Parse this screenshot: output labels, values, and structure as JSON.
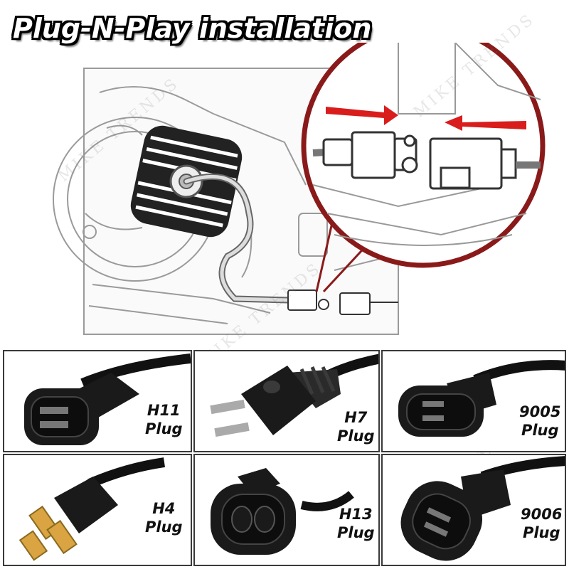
{
  "title": "Plug-N-Play installation",
  "watermark": "MIKE TRENDS",
  "colors": {
    "accent_red": "#d91c1c",
    "outline": "#3a3a3a",
    "plug_black": "#1a1a1a",
    "lens_ring": "#8a1a1a"
  },
  "plugs": [
    {
      "name": "H11",
      "type": "Plug",
      "icon": "h11-plug-icon"
    },
    {
      "name": "H7",
      "type": "Plug",
      "icon": "h7-plug-icon"
    },
    {
      "name": "9005",
      "type": "Plug",
      "icon": "9005-plug-icon"
    },
    {
      "name": "H4",
      "type": "Plug",
      "icon": "h4-plug-icon"
    },
    {
      "name": "H13",
      "type": "Plug",
      "icon": "h13-plug-icon"
    },
    {
      "name": "9006",
      "type": "Plug",
      "icon": "9006-plug-icon"
    }
  ]
}
